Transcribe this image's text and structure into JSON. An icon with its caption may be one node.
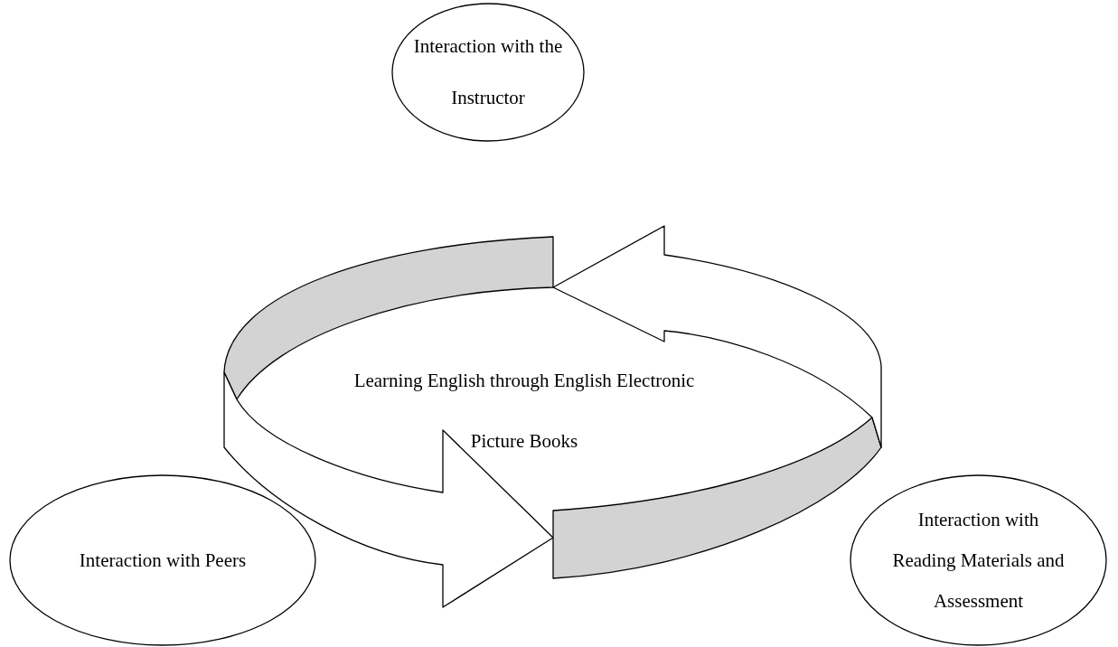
{
  "diagram": {
    "nodes": [
      {
        "text": [
          "Interaction with the Instructor"
        ]
      },
      {
        "text": [
          "Interaction with Peers"
        ]
      },
      {
        "text": [
          "Interaction with Reading Materials and Assessment"
        ]
      }
    ],
    "labels": [
      "Learning English through English Electronic Picture Books"
    ]
  }
}
